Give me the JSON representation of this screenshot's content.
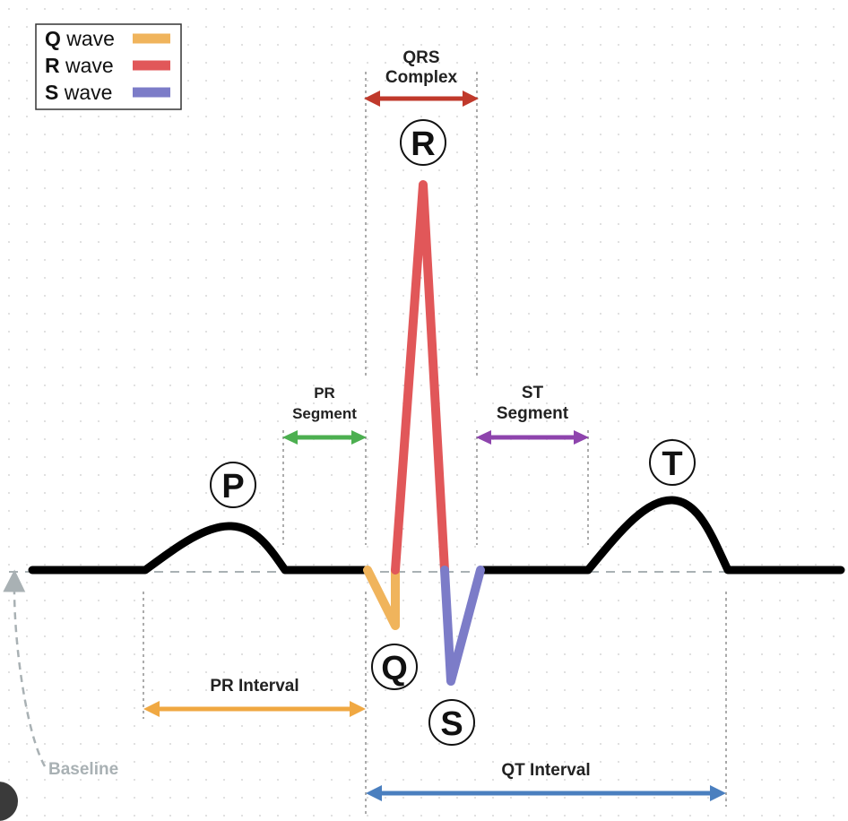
{
  "legend": {
    "items": [
      {
        "letter": "Q",
        "word": "wave",
        "color": "#f0b45c"
      },
      {
        "letter": "R",
        "word": "wave",
        "color": "#e15759"
      },
      {
        "letter": "S",
        "word": "wave",
        "color": "#7c7cc8"
      }
    ]
  },
  "waves": {
    "p": "P",
    "q": "Q",
    "r": "R",
    "s": "S",
    "t": "T"
  },
  "labels": {
    "qrs_complex": [
      "QRS",
      "Complex"
    ],
    "pr_segment": [
      "PR",
      "Segment"
    ],
    "st_segment": [
      "ST",
      "Segment"
    ],
    "pr_interval": "PR Interval",
    "qt_interval": "QT Interval",
    "baseline": "Baseline"
  },
  "colors": {
    "trace": "#000000",
    "qrs_arrow": "#c0392b",
    "pr_segment_arrow": "#4caf50",
    "st_segment_arrow": "#8e44ad",
    "pr_interval_arrow": "#f0a842",
    "qt_interval_arrow": "#4a7fbf",
    "guide_lines": "#888888",
    "baseline": "#a9b1b4"
  }
}
